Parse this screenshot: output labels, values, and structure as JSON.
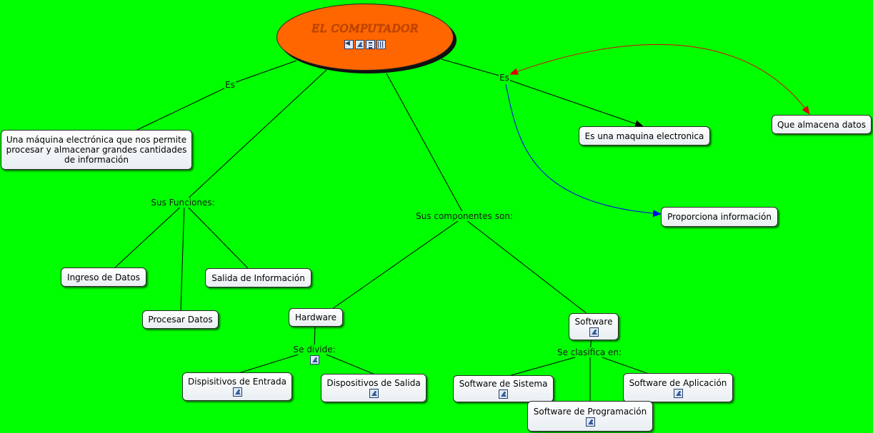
{
  "title": "EL COMPUTADOR",
  "linking_phrases": {
    "es_left": "Es",
    "es_right": "Es",
    "funciones": "Sus Funciones:",
    "componentes": "Sus componentes son:",
    "se_divide": "Se divide:",
    "se_clasifica": "Se clasifica en:"
  },
  "concepts": {
    "definicion": "Una máquina electrónica que nos permite procesar y almacenar grandes cantidades de información",
    "maquina_electronica": "Es una maquina electronica",
    "almacena_datos": "Que almacena datos",
    "proporciona_info": "Proporciona información",
    "ingreso_datos": "Ingreso de Datos",
    "salida_info": "Salida de Información",
    "procesar_datos": "Procesar Datos",
    "hardware": "Hardware",
    "software": "Software",
    "disp_entrada": "Dispisitivos de Entrada",
    "disp_salida": "Dispositivos de Salida",
    "sw_sistema": "Software de Sistema",
    "sw_aplicacion": "Software de Aplicación",
    "sw_programacion": "Software de Programación"
  },
  "colors": {
    "background": "#00ff00",
    "main_node": "#ff6600",
    "arrow_red": "#e00000",
    "arrow_blue": "#0000ee",
    "line": "#000000"
  },
  "icons": [
    "sound-icon",
    "image-icon",
    "document-icon",
    "video-icon"
  ]
}
